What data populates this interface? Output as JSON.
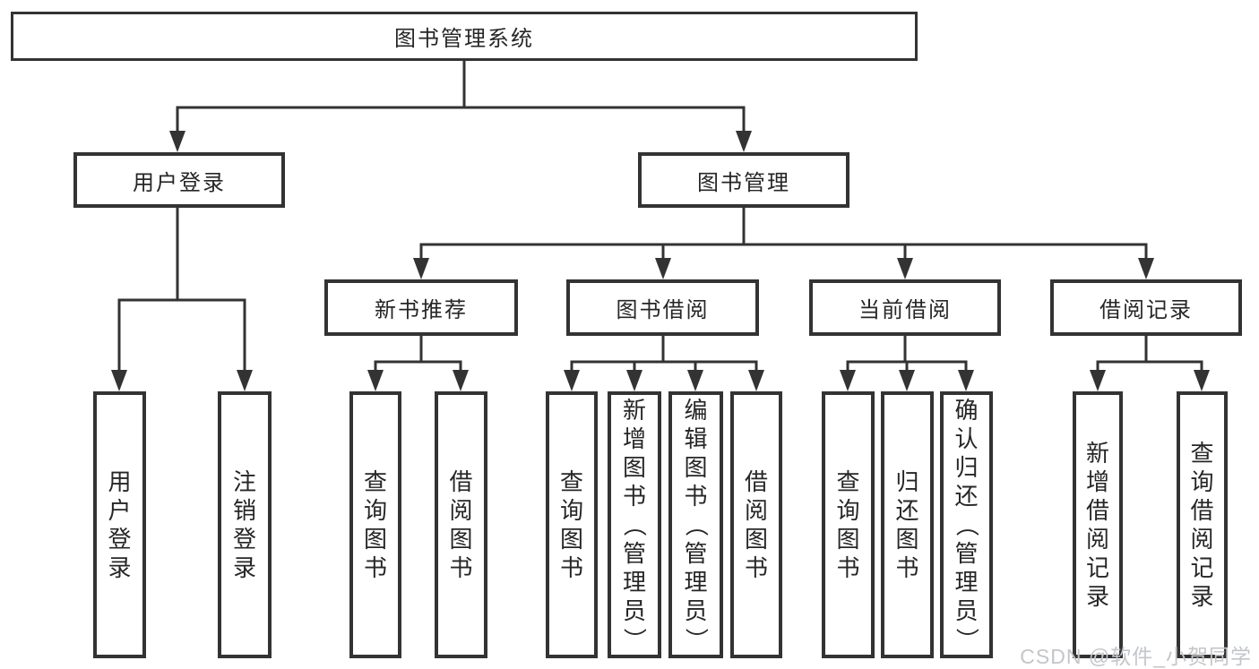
{
  "colors": {
    "line": "#333333",
    "node_border": "#333333",
    "node_background": "#ffffff",
    "text": "#262626",
    "page_background": "#ffffff",
    "watermark": "#c3c6ca"
  },
  "tree": {
    "label": "图书管理系统",
    "children": [
      {
        "label": "用户登录",
        "children": [
          {
            "label": "用户登录"
          },
          {
            "label": "注销登录"
          }
        ]
      },
      {
        "label": "图书管理",
        "children": [
          {
            "label": "新书推荐",
            "children": [
              {
                "label": "查询图书"
              },
              {
                "label": "借阅图书"
              }
            ]
          },
          {
            "label": "图书借阅",
            "children": [
              {
                "label": "查询图书"
              },
              {
                "label": "新增图书（管理员）"
              },
              {
                "label": "编辑图书（管理员）"
              },
              {
                "label": "借阅图书"
              }
            ]
          },
          {
            "label": "当前借阅",
            "children": [
              {
                "label": "查询图书"
              },
              {
                "label": "归还图书"
              },
              {
                "label": "确认归还（管理员）"
              }
            ]
          },
          {
            "label": "借阅记录",
            "children": [
              {
                "label": "新增借阅记录"
              },
              {
                "label": "查询借阅记录"
              }
            ]
          }
        ]
      }
    ]
  },
  "watermark": {
    "text": "CSDN @软件_小贺同学"
  }
}
